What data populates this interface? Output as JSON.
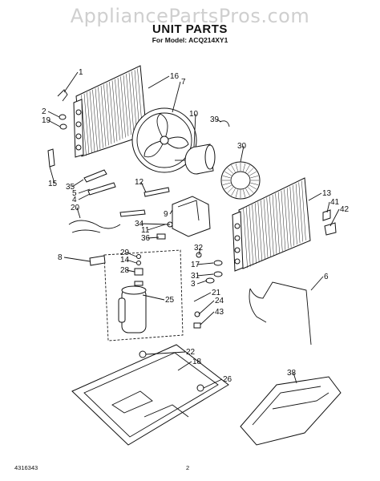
{
  "watermark": "AppliancePartsPros.com",
  "title": "UNIT PARTS",
  "model": "For Model: ACQ214XY1",
  "footer": {
    "doc_number": "4316343",
    "page": "2"
  },
  "callouts": [
    "1",
    "16",
    "7",
    "2",
    "19",
    "10",
    "39",
    "30",
    "15",
    "35",
    "5",
    "4",
    "12",
    "13",
    "41",
    "42",
    "20",
    "9",
    "34",
    "11",
    "36",
    "32",
    "8",
    "29",
    "14",
    "28",
    "17",
    "31",
    "3",
    "6",
    "25",
    "21",
    "24",
    "43",
    "22",
    "18",
    "26",
    "38"
  ]
}
